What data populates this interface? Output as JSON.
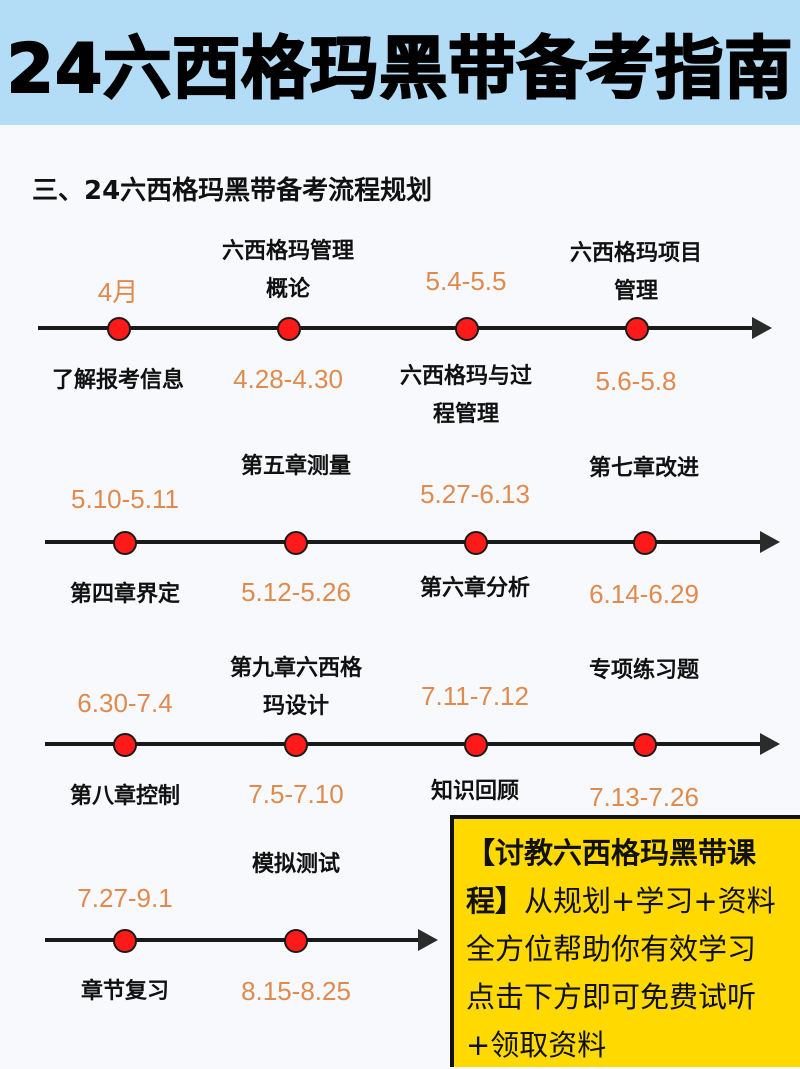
{
  "header": {
    "title": "24六西格玛黑带备考指南",
    "background": "#b3dcf7"
  },
  "section": {
    "title": "三、24六西格玛黑带备考流程规划"
  },
  "colors": {
    "date": "#e08a4e",
    "dot": "#ff1a1a",
    "line": "#1a1a1a",
    "promo_bg": "#ffd900"
  },
  "timeline": [
    {
      "row": 1,
      "nodes": [
        {
          "label": "了解报考信息",
          "date": "4月",
          "label_pos": "below",
          "date_pos": "above"
        },
        {
          "label": "六西格玛管理\n概论",
          "date": "4.28-4.30",
          "label_pos": "above",
          "date_pos": "below"
        },
        {
          "label": "六西格玛与过\n程管理",
          "date": "5.4-5.5",
          "label_pos": "below",
          "date_pos": "above"
        },
        {
          "label": "六西格玛项目\n管理",
          "date": "5.6-5.8",
          "label_pos": "above",
          "date_pos": "below"
        }
      ]
    },
    {
      "row": 2,
      "nodes": [
        {
          "label": "第四章界定",
          "date": "5.10-5.11",
          "label_pos": "below",
          "date_pos": "above"
        },
        {
          "label": "第五章测量",
          "date": "5.12-5.26",
          "label_pos": "above",
          "date_pos": "below"
        },
        {
          "label": "第六章分析",
          "date": "5.27-6.13",
          "label_pos": "below",
          "date_pos": "above"
        },
        {
          "label": "第七章改进",
          "date": "6.14-6.29",
          "label_pos": "above",
          "date_pos": "below"
        }
      ]
    },
    {
      "row": 3,
      "nodes": [
        {
          "label": "第八章控制",
          "date": "6.30-7.4",
          "label_pos": "below",
          "date_pos": "above"
        },
        {
          "label": "第九章六西格\n玛设计",
          "date": "7.5-7.10",
          "label_pos": "above",
          "date_pos": "below"
        },
        {
          "label": "知识回顾",
          "date": "7.11-7.12",
          "label_pos": "below",
          "date_pos": "above"
        },
        {
          "label": "专项练习题",
          "date": "7.13-7.26",
          "label_pos": "above",
          "date_pos": "below"
        }
      ]
    },
    {
      "row": 4,
      "nodes": [
        {
          "label": "章节复习",
          "date": "7.27-9.1",
          "label_pos": "below",
          "date_pos": "above"
        },
        {
          "label": "模拟测试",
          "date": "8.15-8.25",
          "label_pos": "above",
          "date_pos": "below"
        }
      ]
    }
  ],
  "promo": {
    "line1": "【讨教六西格玛黑带课",
    "line2_bold": "程】",
    "line2_rest": "从规划+学习+资料",
    "line3": "全方位帮助你有效学习",
    "line4": "点击下方即可免费试听",
    "line5": "+领取资料"
  }
}
